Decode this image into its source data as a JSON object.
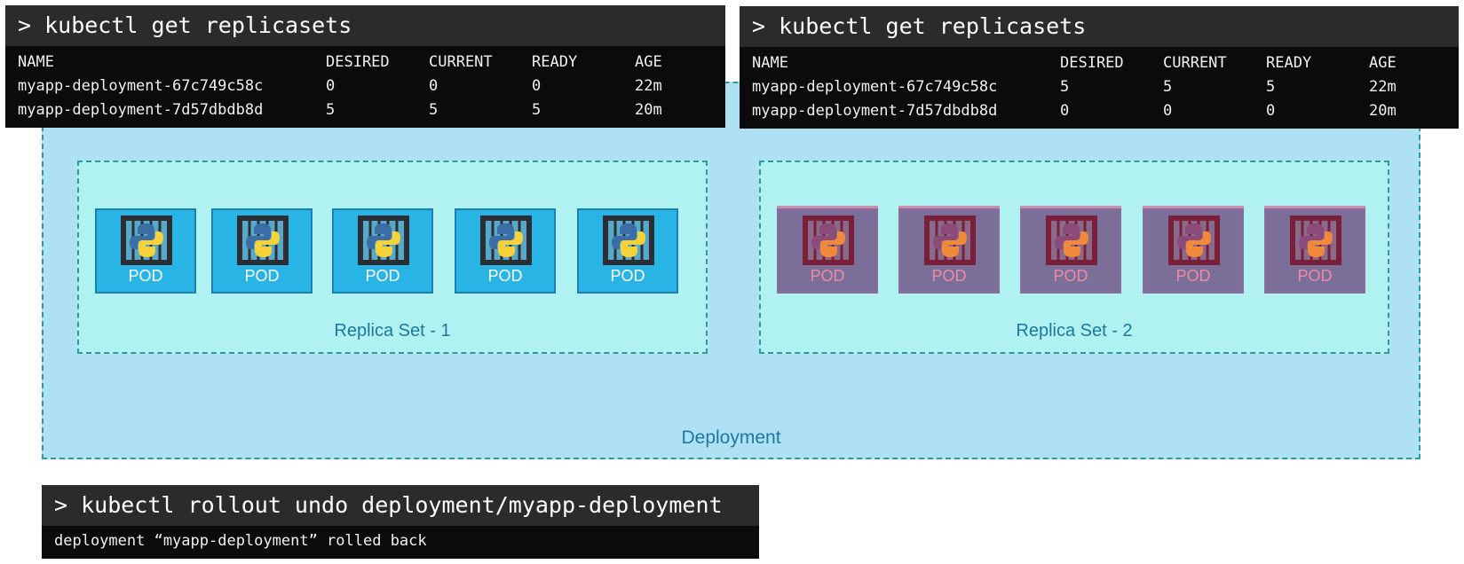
{
  "terminal_left": {
    "command": "> kubectl get replicasets",
    "headers": [
      "NAME",
      "DESIRED",
      "CURRENT",
      "READY",
      "AGE"
    ],
    "rows": [
      [
        "myapp-deployment-67c749c58c",
        "0",
        "0",
        "0",
        "22m"
      ],
      [
        "myapp-deployment-7d57dbdb8d",
        "5",
        "5",
        "5",
        "20m"
      ]
    ]
  },
  "terminal_right": {
    "command": "> kubectl get replicasets",
    "headers": [
      "NAME",
      "DESIRED",
      "CURRENT",
      "READY",
      "AGE"
    ],
    "rows": [
      [
        "myapp-deployment-67c749c58c",
        "5",
        "5",
        "5",
        "22m"
      ],
      [
        "myapp-deployment-7d57dbdb8d",
        "0",
        "0",
        "0",
        "20m"
      ]
    ]
  },
  "deployment": {
    "label": "Deployment",
    "replica_sets": [
      {
        "label": "Replica Set - 1",
        "pods": [
          "POD",
          "POD",
          "POD",
          "POD",
          "POD"
        ],
        "state": "active"
      },
      {
        "label": "Replica Set - 2",
        "pods": [
          "POD",
          "POD",
          "POD",
          "POD",
          "POD"
        ],
        "state": "faded"
      }
    ]
  },
  "terminal_bottom": {
    "command": "> kubectl rollout undo deployment/myapp-deployment",
    "output": "deployment “myapp-deployment” rolled back"
  },
  "icons": {
    "pod_logo": "python-logo-icon"
  },
  "colors": {
    "deployment_bg": "#aee1f4",
    "replicaset_bg": "#aff2f1",
    "pod_active": "#29b4e6",
    "pod_faded": "#7b6f9a",
    "terminal_bg": "#0b0b0b",
    "terminal_header": "#2b2b2b"
  }
}
